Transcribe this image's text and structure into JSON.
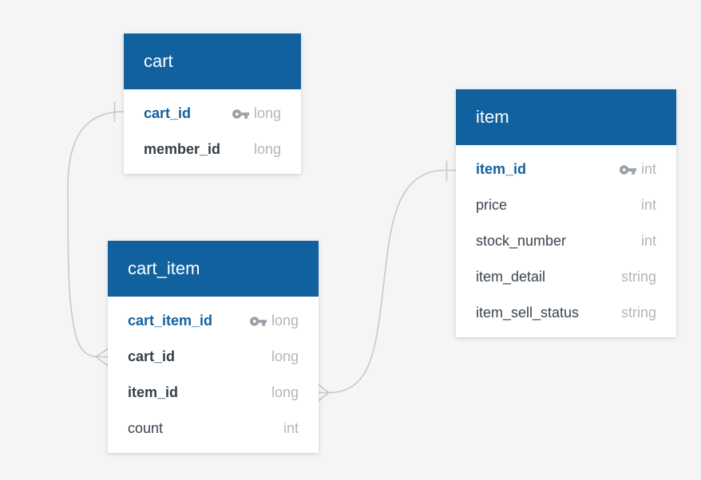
{
  "diagram": {
    "kind": "entity-relationship-diagram",
    "background_color": "#f4f5f4",
    "header_color": "#12619f",
    "primary_key_color": "#12619f",
    "field_color": "#333e48",
    "type_color": "#b1b7bc",
    "line_color": "#c6c9ca",
    "key_icon": "key-icon"
  },
  "tables": [
    {
      "title": "cart",
      "columns": [
        {
          "name": "cart_id",
          "type": "long",
          "primary_key": true
        },
        {
          "name": "member_id",
          "type": "long",
          "primary_key": false
        }
      ]
    },
    {
      "title": "cart_item",
      "columns": [
        {
          "name": "cart_item_id",
          "type": "long",
          "primary_key": true
        },
        {
          "name": "cart_id",
          "type": "long",
          "primary_key": false
        },
        {
          "name": "item_id",
          "type": "long",
          "primary_key": false
        },
        {
          "name": "count",
          "type": "int",
          "primary_key": false
        }
      ]
    },
    {
      "title": "item",
      "columns": [
        {
          "name": "item_id",
          "type": "int",
          "primary_key": true
        },
        {
          "name": "price",
          "type": "int",
          "primary_key": false
        },
        {
          "name": "stock_number",
          "type": "int",
          "primary_key": false
        },
        {
          "name": "item_detail",
          "type": "string",
          "primary_key": false
        },
        {
          "name": "item_sell_status",
          "type": "string",
          "primary_key": false
        }
      ]
    }
  ],
  "relationships": [
    {
      "from_table": "cart",
      "from_column": "cart_id",
      "from_cardinality": "one",
      "to_table": "cart_item",
      "to_column": "cart_id",
      "to_cardinality": "many"
    },
    {
      "from_table": "item",
      "from_column": "item_id",
      "from_cardinality": "one",
      "to_table": "cart_item",
      "to_column": "item_id",
      "to_cardinality": "many"
    }
  ]
}
